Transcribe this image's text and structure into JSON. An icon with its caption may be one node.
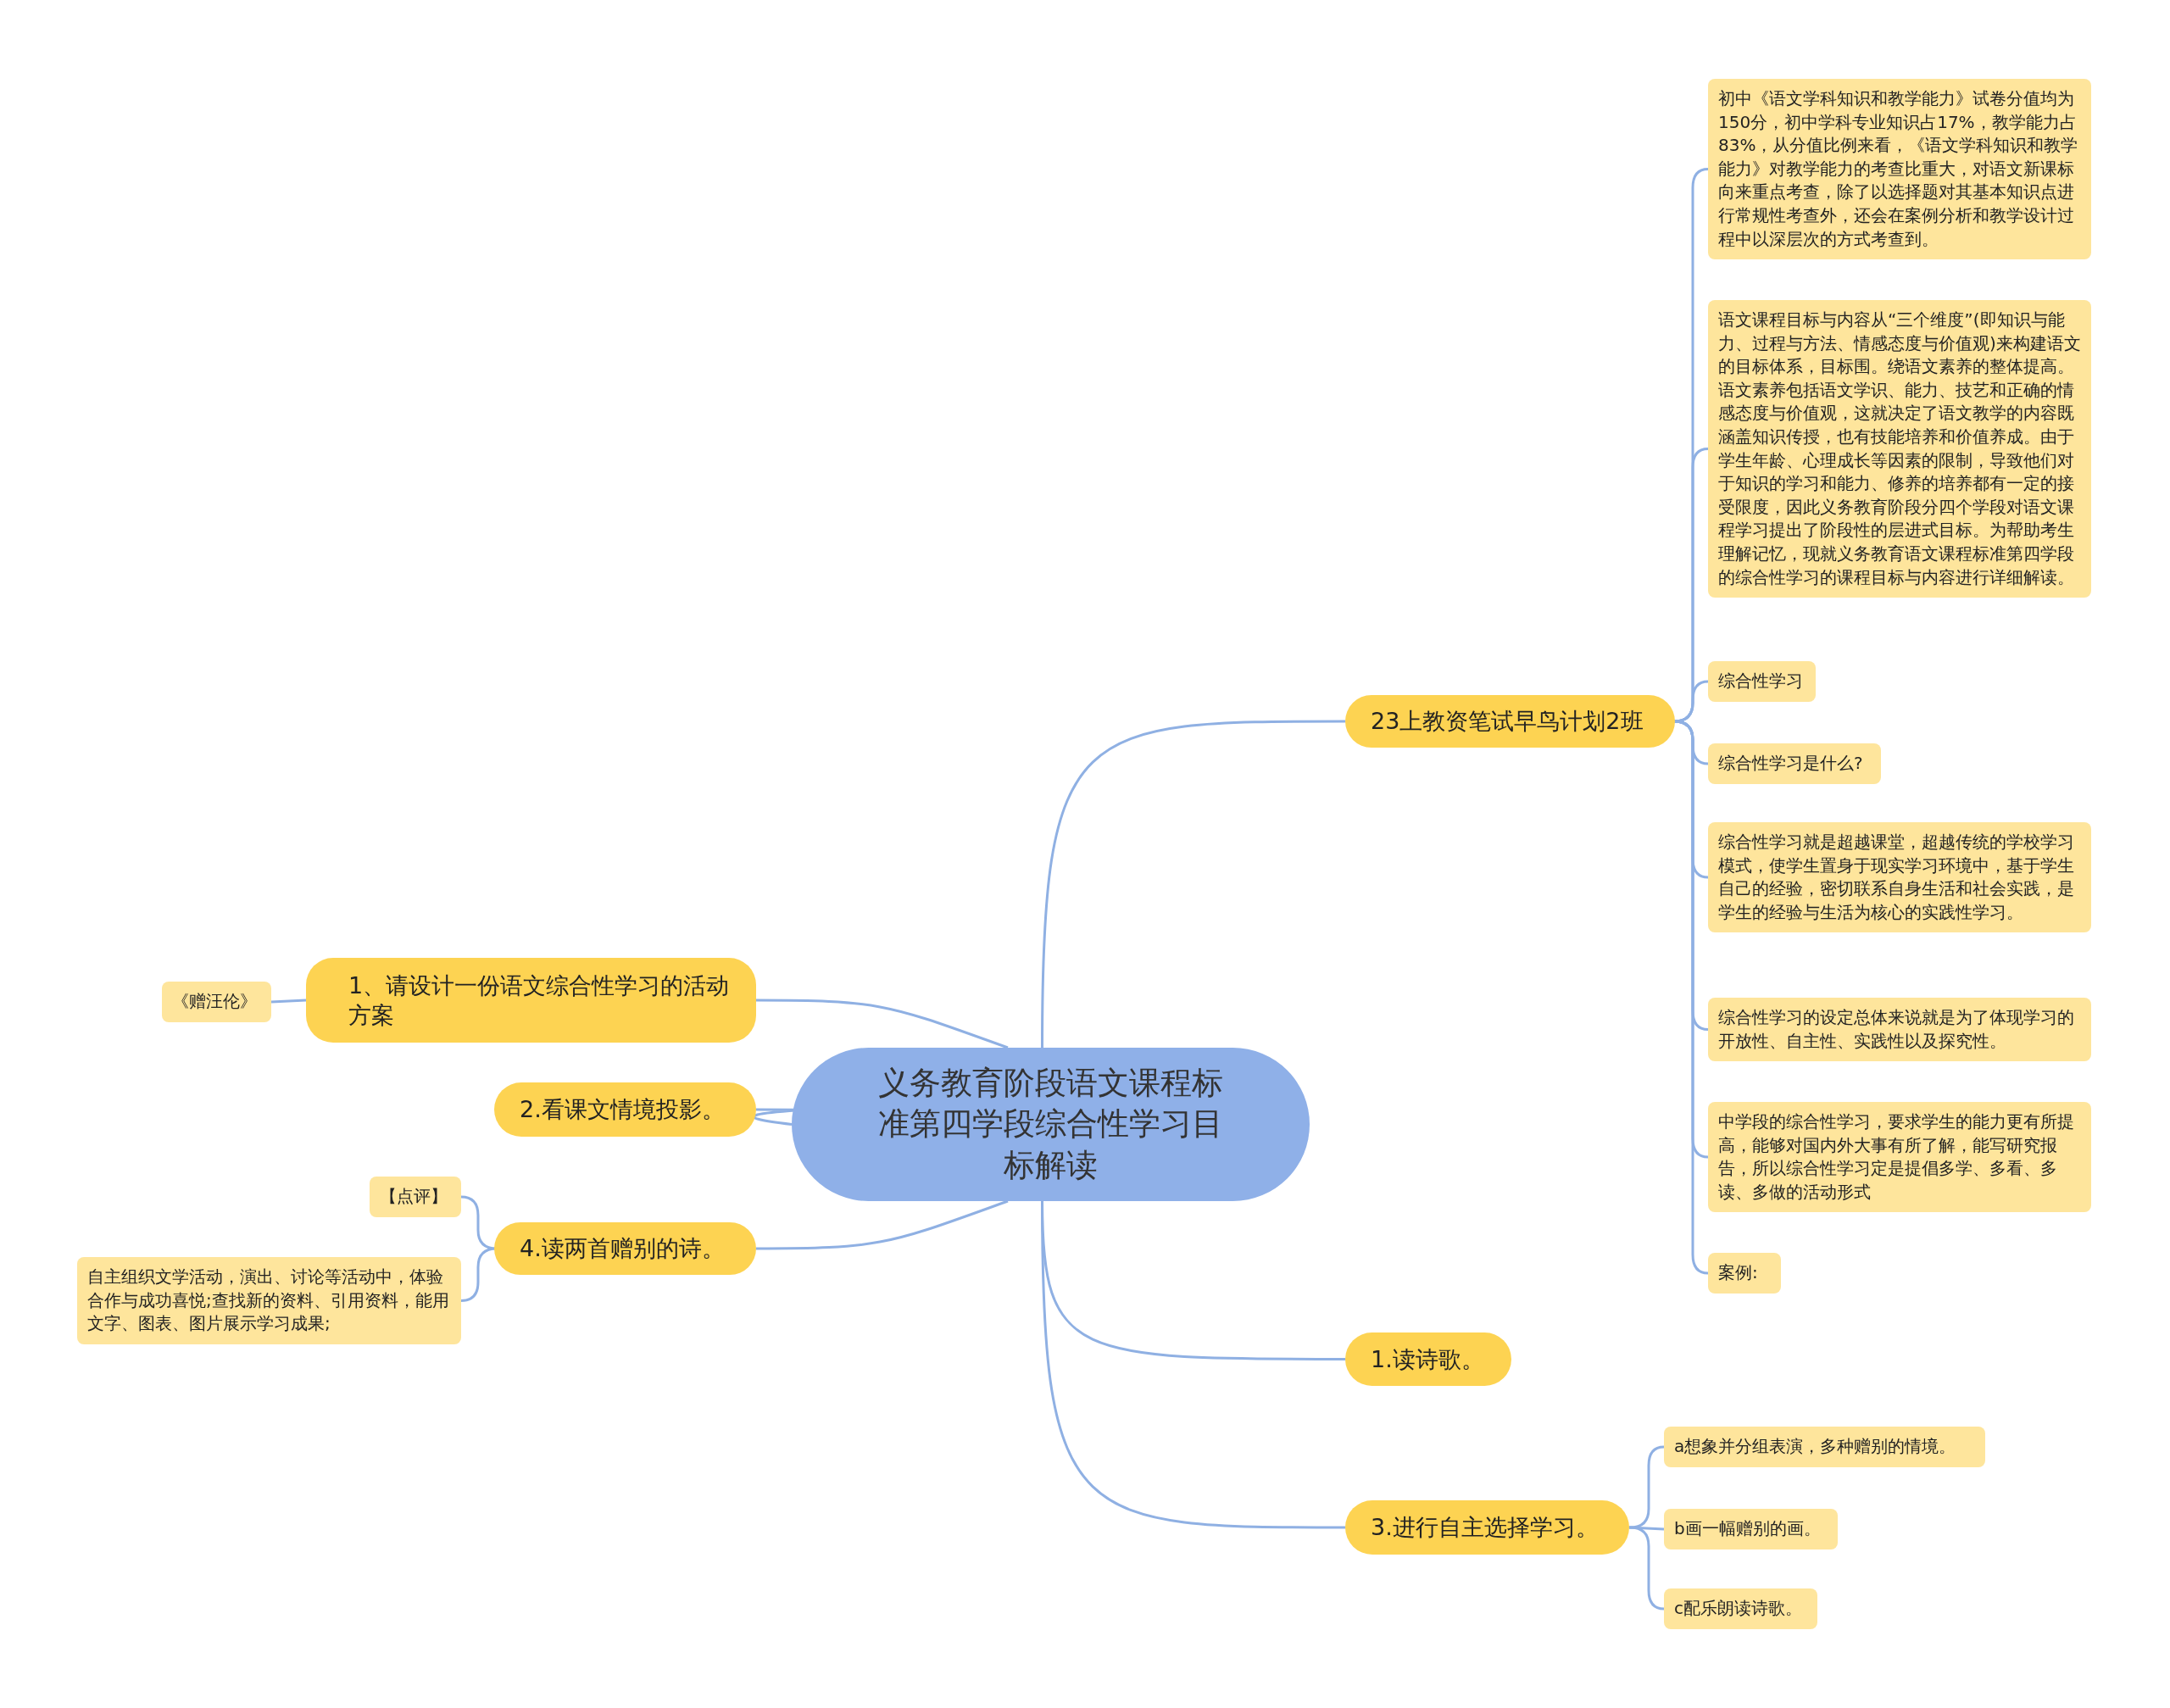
{
  "diagram": {
    "nodes": [
      {
        "text": [
          "义务教育阶段语文课程标准第四学段综合性学习目标解读"
        ]
      },
      {
        "text": [
          "23上教资笔试早鸟计划2班"
        ]
      },
      {
        "text": [
          "初中《语文学科知识和教学能力》试卷分值均为150分，初中学科专业知识占17%，教学能力占83%，从分值比例来看，《语文学科知识和教学能力》对教学能力的考查比重大，对语文新课标向来重点考查，除了以选择题对其基本知识点进行常规性考查外，还会在案例分析和教学设计过程中以深层次的方式考查到。"
        ]
      },
      {
        "text": [
          "语文课程目标与内容从“三个维度”(即知识与能力、过程与方法、情感态度与价值观)来构建语文的目标体系，目标围。绕语文素养的整体提高。语文素养包括语文学识、能力、技艺和正确的情感态度与价值观，这就决定了语文教学的内容既涵盖知识传授，也有技能培养和价值养成。由于学生年龄、心理成长等因素的限制，导致他们对于知识的学习和能力、修养的培养都有一定的接受限度，因此义务教育阶段分四个学段对语文课程学习提出了阶段性的层进式目标。为帮助考生理解记忆，现就义务教育语文课程标准第四学段的综合性学习的课程目标与内容进行详细解读。"
        ]
      },
      {
        "text": [
          "综合性学习"
        ]
      },
      {
        "text": [
          "综合性学习是什么?"
        ]
      },
      {
        "text": [
          "综合性学习就是超越课堂，超越传统的学校学习模式，使学生置身于现实学习环境中，基于学生自己的经验，密切联系自身生活和社会实践，是学生的经验与生活为核心的实践性学习。"
        ]
      },
      {
        "text": [
          "综合性学习的设定总体来说就是为了体现学习的开放性、自主性、实践性以及探究性。"
        ]
      },
      {
        "text": [
          "中学段的综合性学习，要求学生的能力更有所提高，能够对国内外大事有所了解，能写研究报告，所以综合性学习定是提倡多学、多看、多读、多做的活动形式"
        ]
      },
      {
        "text": [
          "案例:"
        ]
      },
      {
        "text": [
          "1.读诗歌。"
        ]
      },
      {
        "text": [
          "3.进行自主选择学习。"
        ]
      },
      {
        "text": [
          "a想象并分组表演，多种赠别的情境。"
        ]
      },
      {
        "text": [
          "b画一幅赠别的画。"
        ]
      },
      {
        "text": [
          "c配乐朗读诗歌。"
        ]
      },
      {
        "text": [
          "1、请设计一份语文综合性学习的活动方案"
        ]
      },
      {
        "text": [
          "《赠汪伦》"
        ]
      },
      {
        "text": [
          "2.看课文情境投影。"
        ]
      },
      {
        "text": [
          "4.读两首赠别的诗。"
        ]
      },
      {
        "text": [
          "【点评】"
        ]
      },
      {
        "text": [
          "自主组织文学活动，演出、讨论等活动中，体验合作与成功喜悦;查找新的资料、引用资料，能用文字、图表、图片展示学习成果;"
        ]
      }
    ],
    "edges": [
      {
        "from": 0,
        "to": 1,
        "arrow": "none"
      },
      {
        "from": 1,
        "to": 2,
        "arrow": "none"
      },
      {
        "from": 1,
        "to": 3,
        "arrow": "none"
      },
      {
        "from": 1,
        "to": 4,
        "arrow": "none"
      },
      {
        "from": 1,
        "to": 5,
        "arrow": "none"
      },
      {
        "from": 1,
        "to": 6,
        "arrow": "none"
      },
      {
        "from": 1,
        "to": 7,
        "arrow": "none"
      },
      {
        "from": 1,
        "to": 8,
        "arrow": "none"
      },
      {
        "from": 1,
        "to": 9,
        "arrow": "none"
      },
      {
        "from": 0,
        "to": 10,
        "arrow": "none"
      },
      {
        "from": 0,
        "to": 11,
        "arrow": "none"
      },
      {
        "from": 11,
        "to": 12,
        "arrow": "none"
      },
      {
        "from": 11,
        "to": 13,
        "arrow": "none"
      },
      {
        "from": 11,
        "to": 14,
        "arrow": "none"
      },
      {
        "from": 0,
        "to": 15,
        "arrow": "none"
      },
      {
        "from": 15,
        "to": 16,
        "arrow": "none"
      },
      {
        "from": 0,
        "to": 17,
        "arrow": "none"
      },
      {
        "from": 0,
        "to": 18,
        "arrow": "none"
      },
      {
        "from": 18,
        "to": 19,
        "arrow": "none"
      },
      {
        "from": 18,
        "to": 20,
        "arrow": "none"
      }
    ]
  }
}
